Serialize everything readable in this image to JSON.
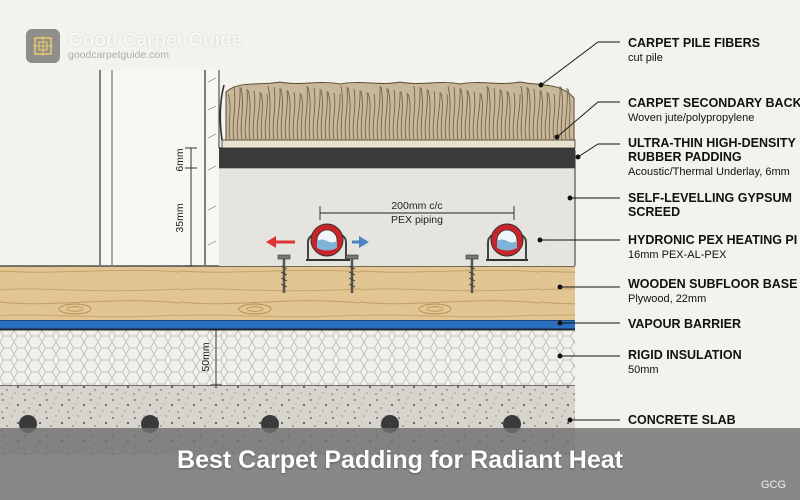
{
  "brand": {
    "name": "Good Carpet Guide",
    "url": "goodcarpetguide.com",
    "logo_icon": "carpet-tile-icon"
  },
  "layers": [
    {
      "title": "CARPET PILE FIBERS",
      "subtitle": "cut pile"
    },
    {
      "title": "CARPET SECONDARY BACK",
      "subtitle": "Woven jute/polypropylene"
    },
    {
      "title": "ULTRA-THIN HIGH-DENSITY",
      "title2": "RUBBER PADDING",
      "subtitle": "Acoustic/Thermal Underlay, 6mm"
    },
    {
      "title": "SELF-LEVELLING GYPSUM",
      "title2": "SCREED",
      "subtitle": ""
    },
    {
      "title": "HYDRONIC PEX HEATING PI",
      "subtitle": "16mm PEX-AL-PEX"
    },
    {
      "title": "WOODEN SUBFLOOR BASE",
      "subtitle": "Plywood, 22mm"
    },
    {
      "title": "VAPOUR BARRIER",
      "subtitle": ""
    },
    {
      "title": "RIGID INSULATION",
      "subtitle": "50mm"
    },
    {
      "title": "CONCRETE SLAB",
      "subtitle": ""
    }
  ],
  "dimensions": {
    "padding": "6mm",
    "screed": "35mm",
    "insulation": "50mm",
    "pipe_spacing_line1": "200mm c/c",
    "pipe_spacing_line2": "PEX piping"
  },
  "banner": {
    "title": "Best Carpet Padding for Radiant Heat",
    "tag": "GCG"
  },
  "colors": {
    "carpet": "#c9b79a",
    "padding": "#3b3b3b",
    "screed": "#e6e4de",
    "plywood": "#e1c592",
    "vapour": "#2a6fc0",
    "insulation": "#f1f0ea",
    "concrete": "#d6d4cd",
    "pipe_red": "#c8252a",
    "water": "#7fb4d8"
  }
}
